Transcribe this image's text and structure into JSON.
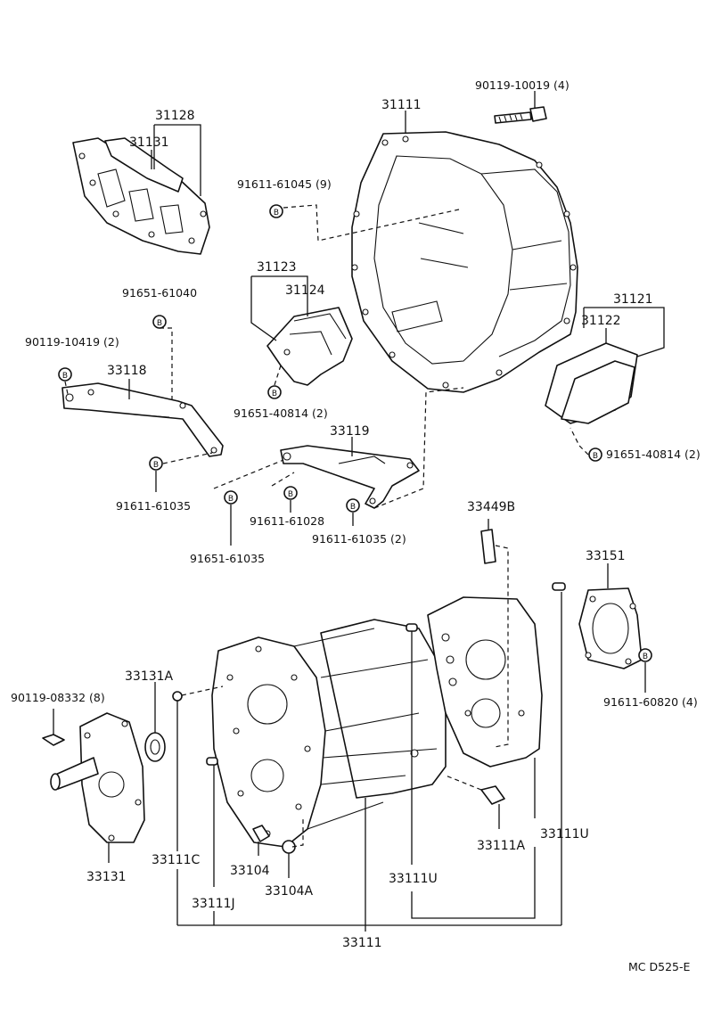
{
  "diagram_code": "MC  D525-E",
  "bolt_symbol_letter": "B",
  "labels": {
    "p90119_10019": "90119-10019 (4)",
    "p31111_top": "31111",
    "p31128": "31128",
    "p31131_top": "31131",
    "p91611_61045": "91611-61045 (9)",
    "p31123": "31123",
    "p31124": "31124",
    "p91651_61040": "91651-61040",
    "p31121": "31121",
    "p31122": "31122",
    "p90119_10419": "90119-10419 (2)",
    "p33118": "33118",
    "p91651_40814_a": "91651-40814 (2)",
    "p33119": "33119",
    "p91651_40814_b": "91651-40814 (2)",
    "p91611_61035_a": "91611-61035",
    "p91611_61028": "91611-61028",
    "p91611_61035_b": "91611-61035 (2)",
    "p91651_61035": "91651-61035",
    "p33449B": "33449B",
    "p33151": "33151",
    "p91611_60820": "91611-60820 (4)",
    "p33131A": "33131A",
    "p90119_08332": "90119-08332 (8)",
    "p33131": "33131",
    "p33111C": "33111C",
    "p33104": "33104",
    "p33104A": "33104A",
    "p33111J": "33111J",
    "p33111U_a": "33111U",
    "p33111A": "33111A",
    "p33111U_b": "33111U",
    "p33111_bottom": "33111"
  }
}
